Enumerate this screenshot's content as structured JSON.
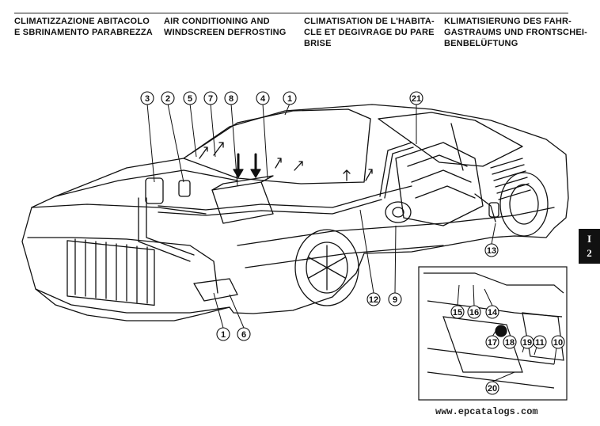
{
  "header": {
    "it": [
      "CLIMATIZZAZIONE ABITACOLO",
      "E SBRINAMENTO PARABREZZA"
    ],
    "en": [
      "AIR CONDITIONING AND",
      "WINDSCREEN DEFROSTING"
    ],
    "fr": [
      "CLIMATISATION DE L'HABITA-",
      "CLE ET DEGIVRAGE DU PARE",
      "BRISE"
    ],
    "de": [
      "KLIMATISIERUNG DES FAHR-",
      "GASTRAUMS UND FRONTSCHEI-",
      "BENBELÜFTUNG"
    ]
  },
  "side_tab": [
    "I",
    "2"
  ],
  "footer": "www.epcatalogs.com",
  "callouts": {
    "top": [
      "3",
      "2",
      "5",
      "7",
      "8",
      "4",
      "1",
      "21"
    ],
    "bottom": [
      "1",
      "6",
      "12",
      "9",
      "13"
    ],
    "inset": [
      "15",
      "16",
      "14",
      "17",
      "18",
      "19",
      "11",
      "10",
      "20"
    ]
  }
}
